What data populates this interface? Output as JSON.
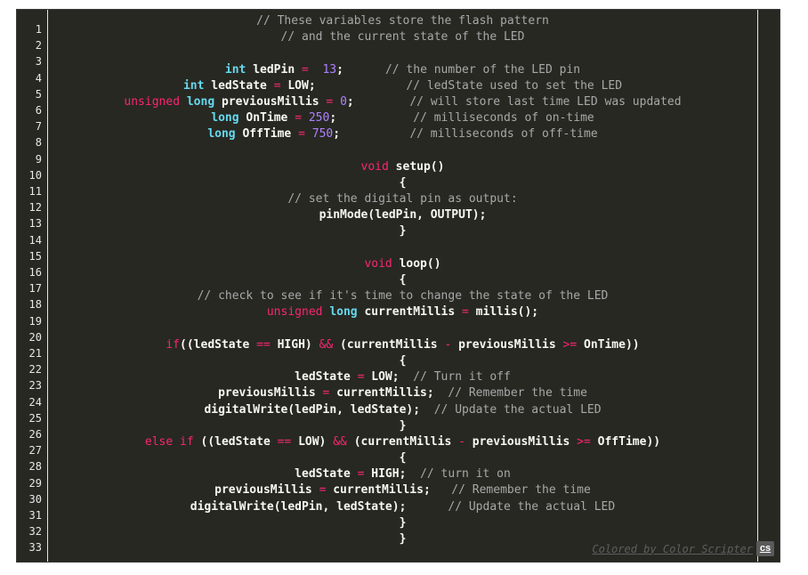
{
  "line_numbers": [
    "1",
    "2",
    "3",
    "4",
    "5",
    "6",
    "7",
    "8",
    "9",
    "10",
    "11",
    "12",
    "13",
    "14",
    "15",
    "16",
    "17",
    "18",
    "19",
    "20",
    "21",
    "22",
    "23",
    "24",
    "25",
    "26",
    "27",
    "28",
    "29",
    "30",
    "31",
    "32",
    "33"
  ],
  "code_lines": [
    [
      {
        "c": "c",
        "t": "// These variables store the flash pattern"
      }
    ],
    [
      {
        "c": "c",
        "t": "// and the current state of the LED"
      }
    ],
    [],
    [
      {
        "c": "t",
        "t": "int"
      },
      {
        "c": "w",
        "t": " ledPin "
      },
      {
        "c": "k",
        "t": "="
      },
      {
        "c": "w",
        "t": "  "
      },
      {
        "c": "n",
        "t": "13"
      },
      {
        "c": "w",
        "t": ";      "
      },
      {
        "c": "c",
        "t": "// the number of the LED pin"
      }
    ],
    [
      {
        "c": "t",
        "t": "int"
      },
      {
        "c": "w",
        "t": " ledState "
      },
      {
        "c": "k",
        "t": "="
      },
      {
        "c": "w",
        "t": " LOW;             "
      },
      {
        "c": "c",
        "t": "// ledState used to set the LED"
      }
    ],
    [
      {
        "c": "k",
        "t": "unsigned"
      },
      {
        "c": "w",
        "t": " "
      },
      {
        "c": "t",
        "t": "long"
      },
      {
        "c": "w",
        "t": " previousMillis "
      },
      {
        "c": "k",
        "t": "="
      },
      {
        "c": "w",
        "t": " "
      },
      {
        "c": "n",
        "t": "0"
      },
      {
        "c": "w",
        "t": ";        "
      },
      {
        "c": "c",
        "t": "// will store last time LED was updated"
      }
    ],
    [
      {
        "c": "t",
        "t": "long"
      },
      {
        "c": "w",
        "t": " OnTime "
      },
      {
        "c": "k",
        "t": "="
      },
      {
        "c": "w",
        "t": " "
      },
      {
        "c": "n",
        "t": "250"
      },
      {
        "c": "w",
        "t": ";           "
      },
      {
        "c": "c",
        "t": "// milliseconds of on-time"
      }
    ],
    [
      {
        "c": "t",
        "t": "long"
      },
      {
        "c": "w",
        "t": " OffTime "
      },
      {
        "c": "k",
        "t": "="
      },
      {
        "c": "w",
        "t": " "
      },
      {
        "c": "n",
        "t": "750"
      },
      {
        "c": "w",
        "t": ";          "
      },
      {
        "c": "c",
        "t": "// milliseconds of off-time"
      }
    ],
    [],
    [
      {
        "c": "k",
        "t": "void"
      },
      {
        "c": "w",
        "t": " setup()"
      }
    ],
    [
      {
        "c": "w",
        "t": "{"
      }
    ],
    [
      {
        "c": "c",
        "t": "// set the digital pin as output:"
      }
    ],
    [
      {
        "c": "w",
        "t": "pinMode(ledPin, OUTPUT);"
      }
    ],
    [
      {
        "c": "w",
        "t": "}"
      }
    ],
    [],
    [
      {
        "c": "k",
        "t": "void"
      },
      {
        "c": "w",
        "t": " loop()"
      }
    ],
    [
      {
        "c": "w",
        "t": "{"
      }
    ],
    [
      {
        "c": "c",
        "t": "// check to see if it's time to change the state of the LED"
      }
    ],
    [
      {
        "c": "k",
        "t": "unsigned"
      },
      {
        "c": "w",
        "t": " "
      },
      {
        "c": "t",
        "t": "long"
      },
      {
        "c": "w",
        "t": " currentMillis "
      },
      {
        "c": "k",
        "t": "="
      },
      {
        "c": "w",
        "t": " millis();"
      }
    ],
    [],
    [
      {
        "c": "k",
        "t": "if"
      },
      {
        "c": "w",
        "t": "((ledState "
      },
      {
        "c": "k",
        "t": "=="
      },
      {
        "c": "w",
        "t": " HIGH) "
      },
      {
        "c": "k",
        "t": "&&"
      },
      {
        "c": "w",
        "t": " (currentMillis "
      },
      {
        "c": "k",
        "t": "-"
      },
      {
        "c": "w",
        "t": " previousMillis "
      },
      {
        "c": "k",
        "t": ">="
      },
      {
        "c": "w",
        "t": " OnTime))"
      }
    ],
    [
      {
        "c": "w",
        "t": "{"
      }
    ],
    [
      {
        "c": "w",
        "t": "ledState "
      },
      {
        "c": "k",
        "t": "="
      },
      {
        "c": "w",
        "t": " LOW;  "
      },
      {
        "c": "c",
        "t": "// Turn it off"
      }
    ],
    [
      {
        "c": "w",
        "t": "previousMillis "
      },
      {
        "c": "k",
        "t": "="
      },
      {
        "c": "w",
        "t": " currentMillis;  "
      },
      {
        "c": "c",
        "t": "// Remember the time"
      }
    ],
    [
      {
        "c": "w",
        "t": "digitalWrite(ledPin, ledState);  "
      },
      {
        "c": "c",
        "t": "// Update the actual LED"
      }
    ],
    [
      {
        "c": "w",
        "t": "}"
      }
    ],
    [
      {
        "c": "k",
        "t": "else"
      },
      {
        "c": "w",
        "t": " "
      },
      {
        "c": "k",
        "t": "if"
      },
      {
        "c": "w",
        "t": " ((ledState "
      },
      {
        "c": "k",
        "t": "=="
      },
      {
        "c": "w",
        "t": " LOW) "
      },
      {
        "c": "k",
        "t": "&&"
      },
      {
        "c": "w",
        "t": " (currentMillis "
      },
      {
        "c": "k",
        "t": "-"
      },
      {
        "c": "w",
        "t": " previousMillis "
      },
      {
        "c": "k",
        "t": ">="
      },
      {
        "c": "w",
        "t": " OffTime))"
      }
    ],
    [
      {
        "c": "w",
        "t": "{"
      }
    ],
    [
      {
        "c": "w",
        "t": "ledState "
      },
      {
        "c": "k",
        "t": "="
      },
      {
        "c": "w",
        "t": " HIGH;  "
      },
      {
        "c": "c",
        "t": "// turn it on"
      }
    ],
    [
      {
        "c": "w",
        "t": "previousMillis "
      },
      {
        "c": "k",
        "t": "="
      },
      {
        "c": "w",
        "t": " currentMillis;   "
      },
      {
        "c": "c",
        "t": "// Remember the time"
      }
    ],
    [
      {
        "c": "w",
        "t": "digitalWrite(ledPin, ledState);      "
      },
      {
        "c": "c",
        "t": "// Update the actual LED"
      }
    ],
    [
      {
        "c": "w",
        "t": "}"
      }
    ],
    [
      {
        "c": "w",
        "t": "}"
      }
    ]
  ],
  "footer": {
    "link_text": "Colored by Color Scripter",
    "badge_text": "cs"
  },
  "colors": {
    "background": "#272822",
    "comment": "#a8a8a8",
    "type": "#66d9ef",
    "keyword": "#f92672",
    "number": "#ae81ff",
    "text": "#f8f8f2"
  }
}
